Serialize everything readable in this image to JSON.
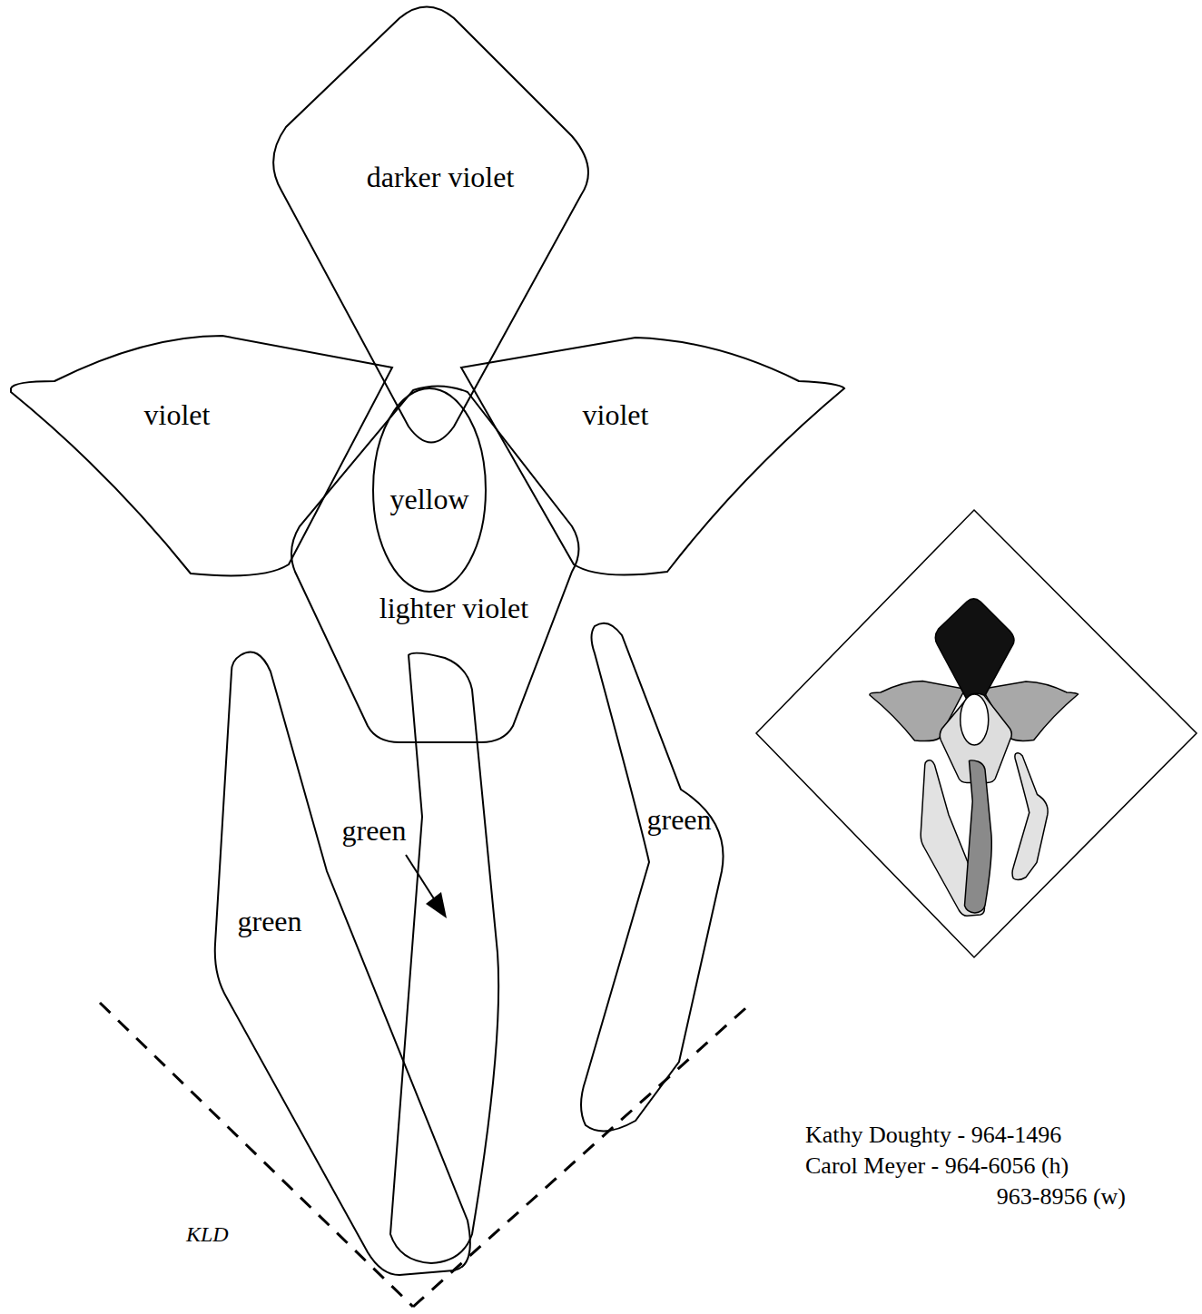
{
  "diagram": {
    "nodes": [
      {
        "text": [
          "darker violet"
        ]
      },
      {
        "text": [
          "violet"
        ]
      },
      {
        "text": [
          "violet"
        ]
      },
      {
        "text": [
          "yellow"
        ]
      },
      {
        "text": [
          "lighter violet"
        ]
      },
      {
        "text": [
          "green"
        ]
      },
      {
        "text": [
          "green"
        ]
      },
      {
        "text": [
          "green"
        ]
      }
    ],
    "labels": [
      "KLD",
      "Kathy Doughty - 964-1496",
      "Carol Meyer - 964-6056 (h)",
      "963-8956 (w)"
    ]
  }
}
